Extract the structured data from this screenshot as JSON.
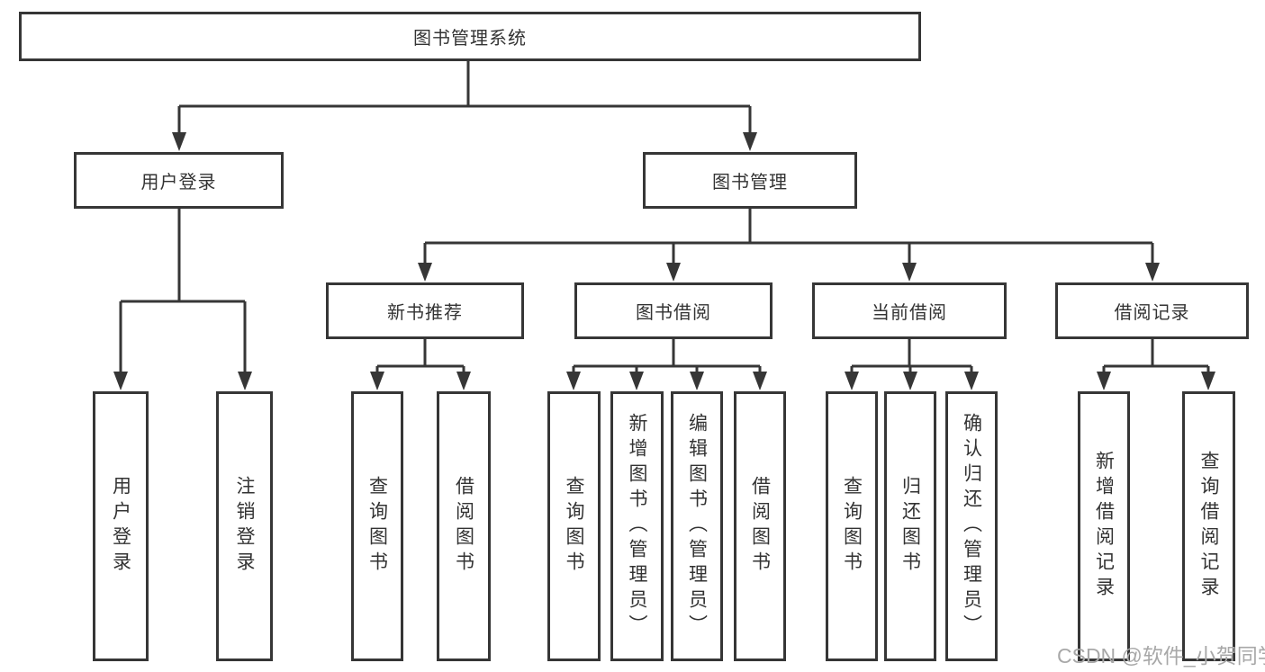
{
  "tree": {
    "root": "图书管理系统",
    "branches": [
      {
        "label": "用户登录",
        "children": [
          "用户登录",
          "注销登录"
        ]
      },
      {
        "label": "图书管理",
        "children": [
          {
            "label": "新书推荐",
            "children": [
              "查询图书",
              "借阅图书"
            ]
          },
          {
            "label": "图书借阅",
            "children": [
              "查询图书",
              "新增图书（管理员）",
              "编辑图书（管理员）",
              "借阅图书"
            ]
          },
          {
            "label": "当前借阅",
            "children": [
              "查询图书",
              "归还图书",
              "确认归还（管理员）"
            ]
          },
          {
            "label": "借阅记录",
            "children": [
              "新增借阅记录",
              "查询借阅记录"
            ]
          }
        ]
      }
    ]
  },
  "watermark": "CSDN @软件_小贺同学",
  "colors": {
    "line": "#363636",
    "text": "#333333",
    "box_fill": "#ffffff",
    "watermark": "#a8a8a8"
  }
}
